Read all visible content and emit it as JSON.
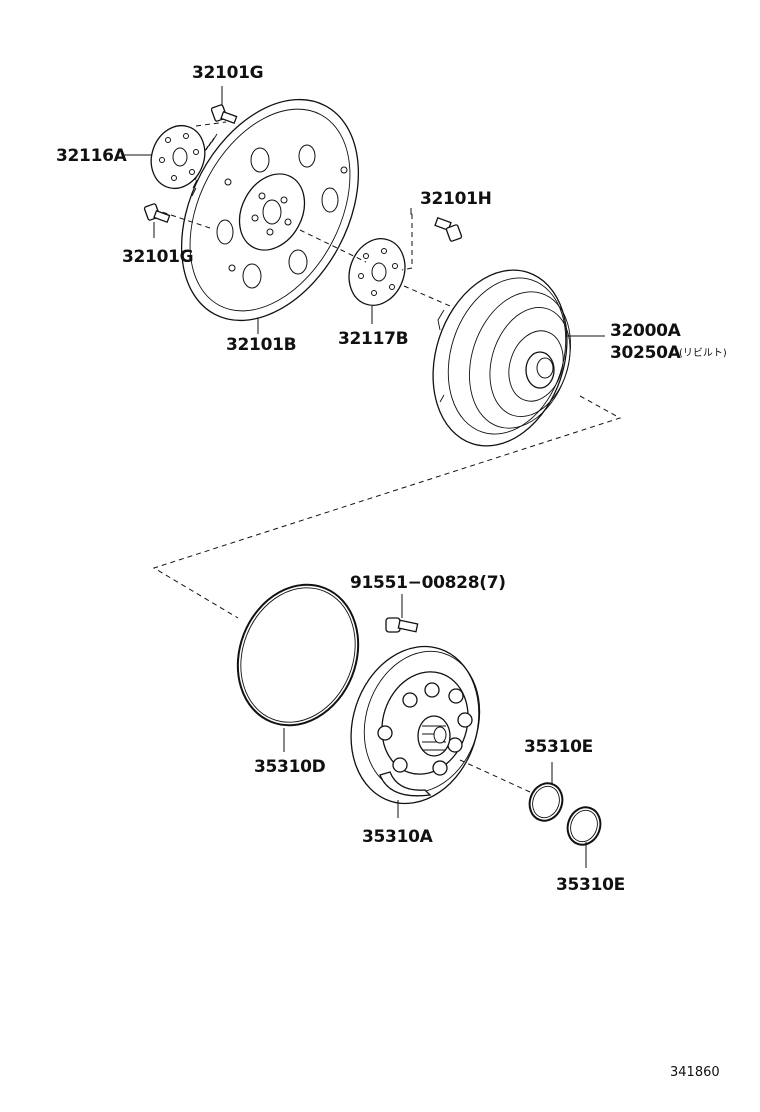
{
  "labels": {
    "p32101G_top": "32101G",
    "p32116A": "32116A",
    "p32101G_bottom": "32101G",
    "p32101B": "32101B",
    "p32117B": "32117B",
    "p32101H": "32101H",
    "p32000A": "32000A",
    "p30250A": "30250A",
    "p30250A_note": "(リビルト)",
    "p91551": "91551−00828(7)",
    "p35310D": "35310D",
    "p35310A": "35310A",
    "p35310E_top": "35310E",
    "p35310E_bottom": "35310E"
  },
  "diagram_id": "341860"
}
